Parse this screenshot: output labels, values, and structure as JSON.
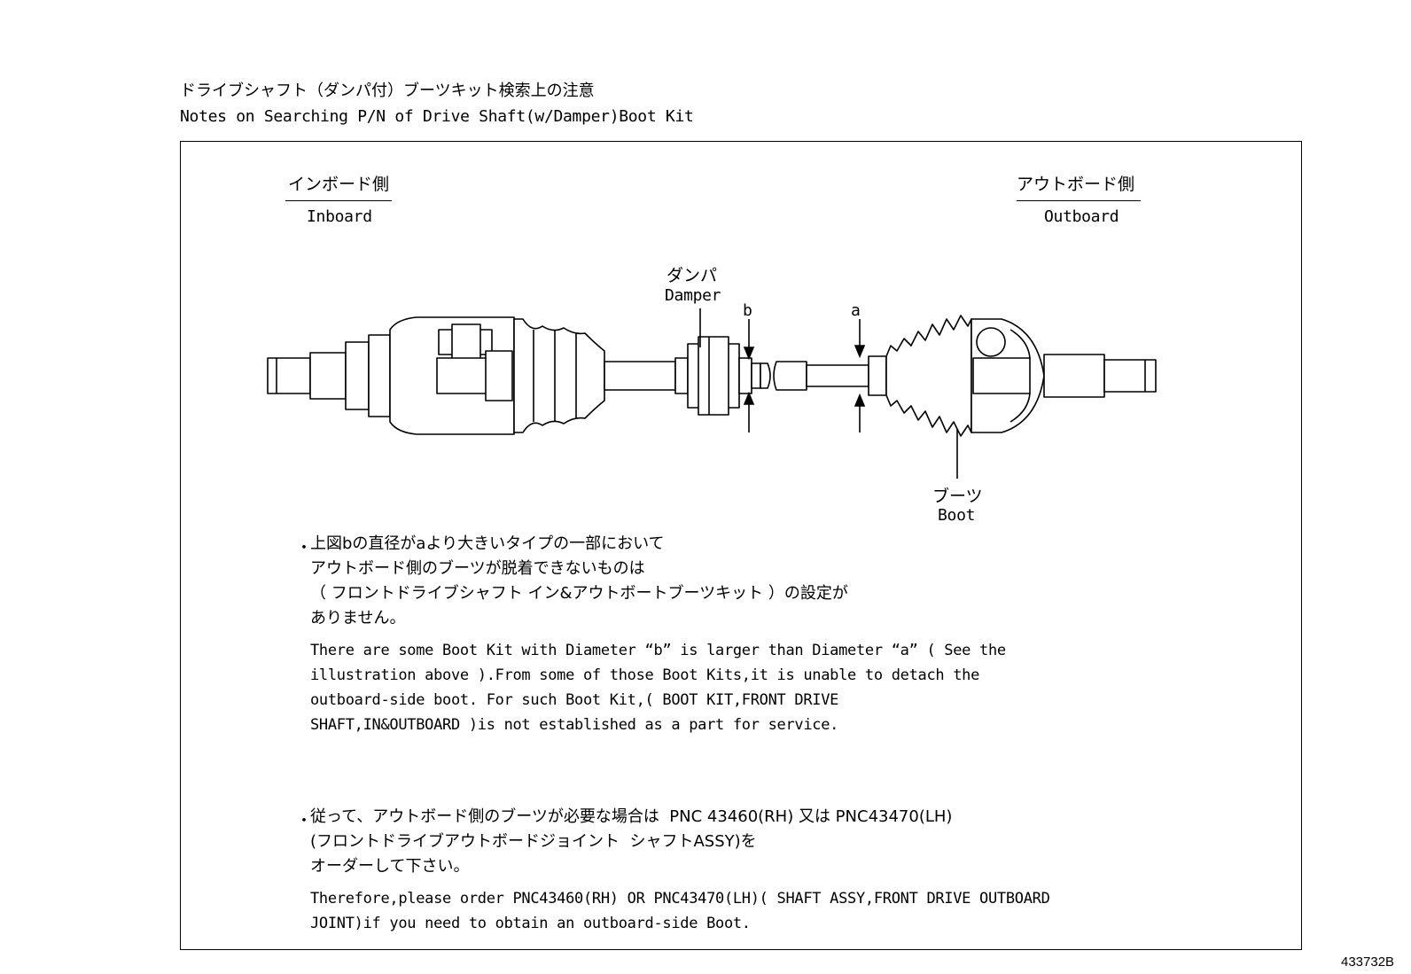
{
  "header": {
    "title_jp": "ドライブシャフト（ダンパ付）ブーツキット検索上の注意",
    "title_en": "Notes on Searching P/N of Drive Shaft(w/Damper)Boot Kit"
  },
  "diagram": {
    "inboard_jp": "インボード側",
    "inboard_en": "Inboard",
    "outboard_jp": "アウトボード側",
    "outboard_en": "Outboard",
    "damper_jp": "ダンパ",
    "damper_en": "Damper",
    "label_b": "b",
    "label_a": "a",
    "boot_jp": "ブーツ",
    "boot_en": "Boot"
  },
  "note1": {
    "bullet": "・",
    "jp_lines": [
      "上図bの直径がaより大きいタイプの一部において",
      "アウトボード側のブーツが脱着できないものは",
      "（ フロントドライブシャフト イン&アウトボートブーツキット ）の設定が",
      "ありません。"
    ],
    "en_lines": [
      "There are some Boot Kit with Diameter “b” is larger than Diameter “a” ( See the",
      "illustration above ).From some of those Boot Kits,it is unable to detach the",
      "outboard-side boot. For such Boot Kit,( BOOT KIT,FRONT DRIVE",
      "SHAFT,IN&OUTBOARD )is not established as a part for service."
    ]
  },
  "note2": {
    "bullet": "・",
    "jp_lines": [
      "従って、アウトボード側のブーツが必要な場合は  PNC 43460(RH) 又は PNC43470(LH)",
      "(フロントドライブアウトボードジョイント  シャフトASSY)を",
      "オーダーして下さい。"
    ],
    "en_lines": [
      "Therefore,please order PNC43460(RH) OR PNC43470(LH)( SHAFT ASSY,FRONT DRIVE OUTBOARD",
      "JOINT)if you need to obtain an outboard-side Boot."
    ]
  },
  "figure_id": "433732B"
}
